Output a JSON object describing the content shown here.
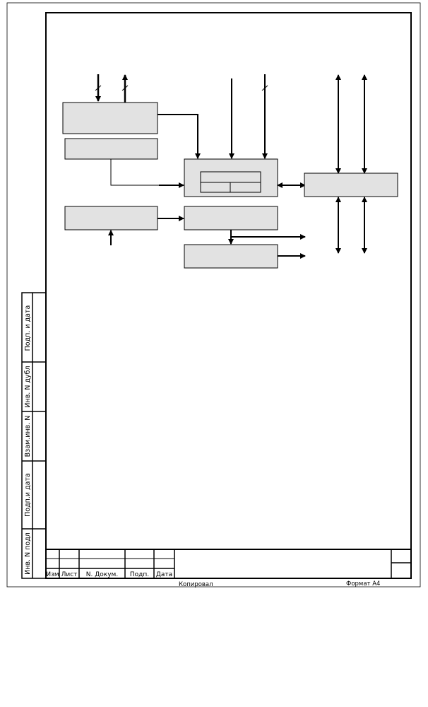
{
  "side_stamp": {
    "cells": [
      "Подп. и дата",
      "Инв. N дубл",
      "Взам.инв. N",
      "Подп.и дата",
      "Инв. N подл"
    ]
  },
  "title_block": {
    "columns": [
      "Изм",
      "Лист",
      "N. Докум.",
      "Подп.",
      "Дата"
    ]
  },
  "footer": {
    "copied_by": "Копировал",
    "format": "Формат А4"
  },
  "colors": {
    "box_fill": "#e2e2e2",
    "line": "#000000"
  }
}
